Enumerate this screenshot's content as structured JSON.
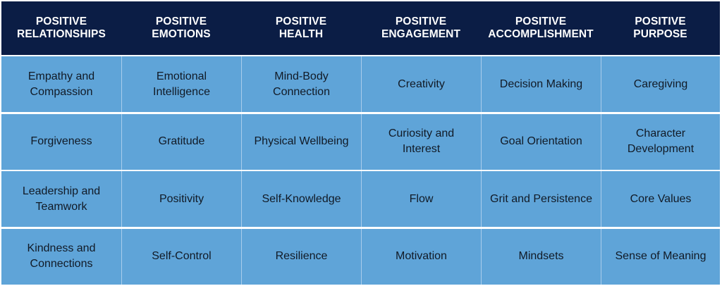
{
  "colors": {
    "header_bg": "#0b1d45",
    "header_text": "#ffffff",
    "cell_bg": "#5fa4d8",
    "cell_text": "#111a26",
    "divider": "#ffffff"
  },
  "headers": [
    "POSITIVE\nRELATIONSHIPS",
    "POSITIVE\nEMOTIONS",
    "POSITIVE\nHEALTH",
    "POSITIVE\nENGAGEMENT",
    "POSITIVE\nACCOMPLISHMENT",
    "POSITIVE\nPURPOSE"
  ],
  "rows": [
    [
      "Empathy and\nCompassion",
      "Emotional\nIntelligence",
      "Mind-Body\nConnection",
      "Creativity",
      "Decision Making",
      "Caregiving"
    ],
    [
      "Forgiveness",
      "Gratitude",
      "Physical Wellbeing",
      "Curiosity and\nInterest",
      "Goal Orientation",
      "Character\nDevelopment"
    ],
    [
      "Leadership and\nTeamwork",
      "Positivity",
      "Self-Knowledge",
      "Flow",
      "Grit and Persistence",
      "Core Values"
    ],
    [
      "Kindness and\nConnections",
      "Self-Control",
      "Resilience",
      "Motivation",
      "Mindsets",
      "Sense of Meaning"
    ]
  ]
}
